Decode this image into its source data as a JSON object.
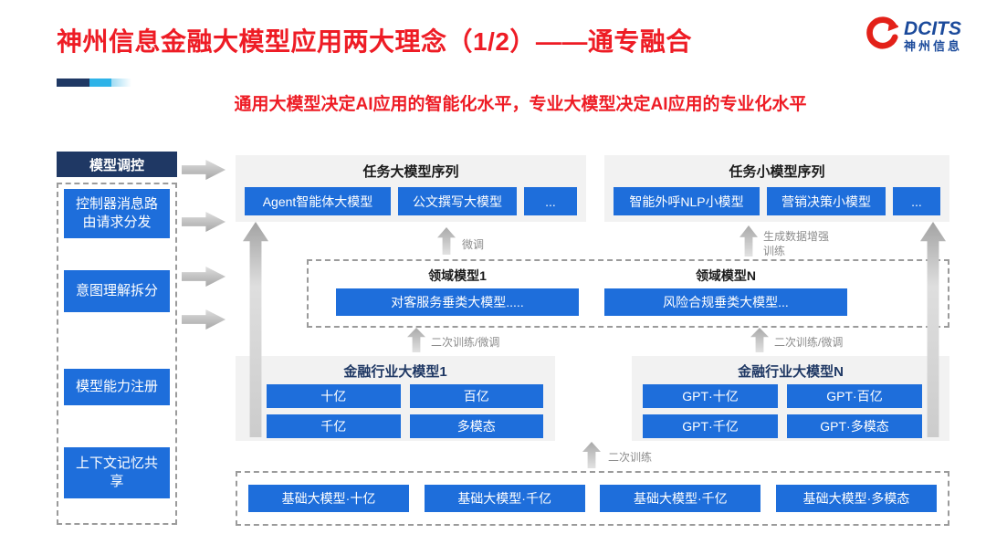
{
  "slide": {
    "title": "神州信息金融大模型应用两大理念（1/2）——通专融合",
    "subtitle": "通用大模型决定AI应用的智能化水平，专业大模型决定AI应用的专业化水平"
  },
  "logo": {
    "brand": "DCITS",
    "company": "神州信息"
  },
  "model_control": {
    "header": "模型调控",
    "items": [
      "控制器消息路由请求分发",
      "意图理解拆分",
      "模型能力注册",
      "上下文记忆共享"
    ]
  },
  "task_large_models": {
    "title": "任务大模型序列",
    "items": [
      "Agent智能体大模型",
      "公文撰写大模型",
      "..."
    ]
  },
  "task_small_models": {
    "title": "任务小模型序列",
    "items": [
      "智能外呼NLP小模型",
      "营销决策小模型",
      "..."
    ]
  },
  "domain_models": {
    "groups": [
      {
        "title": "领域模型1",
        "model": "对客服务垂类大模型....."
      },
      {
        "title": "领域模型N",
        "model": "风险合规垂类大模型..."
      }
    ]
  },
  "industry_models": {
    "groups": [
      {
        "title": "金融行业大模型1",
        "items": [
          "十亿",
          "百亿",
          "千亿",
          "多模态"
        ]
      },
      {
        "title": "金融行业大模型N",
        "items": [
          "GPT·十亿",
          "GPT·百亿",
          "GPT·千亿",
          "GPT·多模态"
        ]
      }
    ]
  },
  "base_models": {
    "items": [
      "基础大模型·十亿",
      "基础大模型·千亿",
      "基础大模型·千亿",
      "基础大模型·多模态"
    ]
  },
  "arrow_labels": {
    "finetune": "微调",
    "gen_data_augment": "生成数据增强训练",
    "retrain_or_finetune_left": "二次训练/微调",
    "retrain_or_finetune_right": "二次训练/微调",
    "retrain": "二次训练"
  },
  "colors": {
    "title_red": "#ee1c25",
    "box_blue": "#1e6edb",
    "navy": "#1f3864",
    "panel_gray": "#f2f2f2",
    "label_gray": "#8c8c8c",
    "logo_blue": "#1b4a9b",
    "cyan": "#2eb3e8"
  }
}
